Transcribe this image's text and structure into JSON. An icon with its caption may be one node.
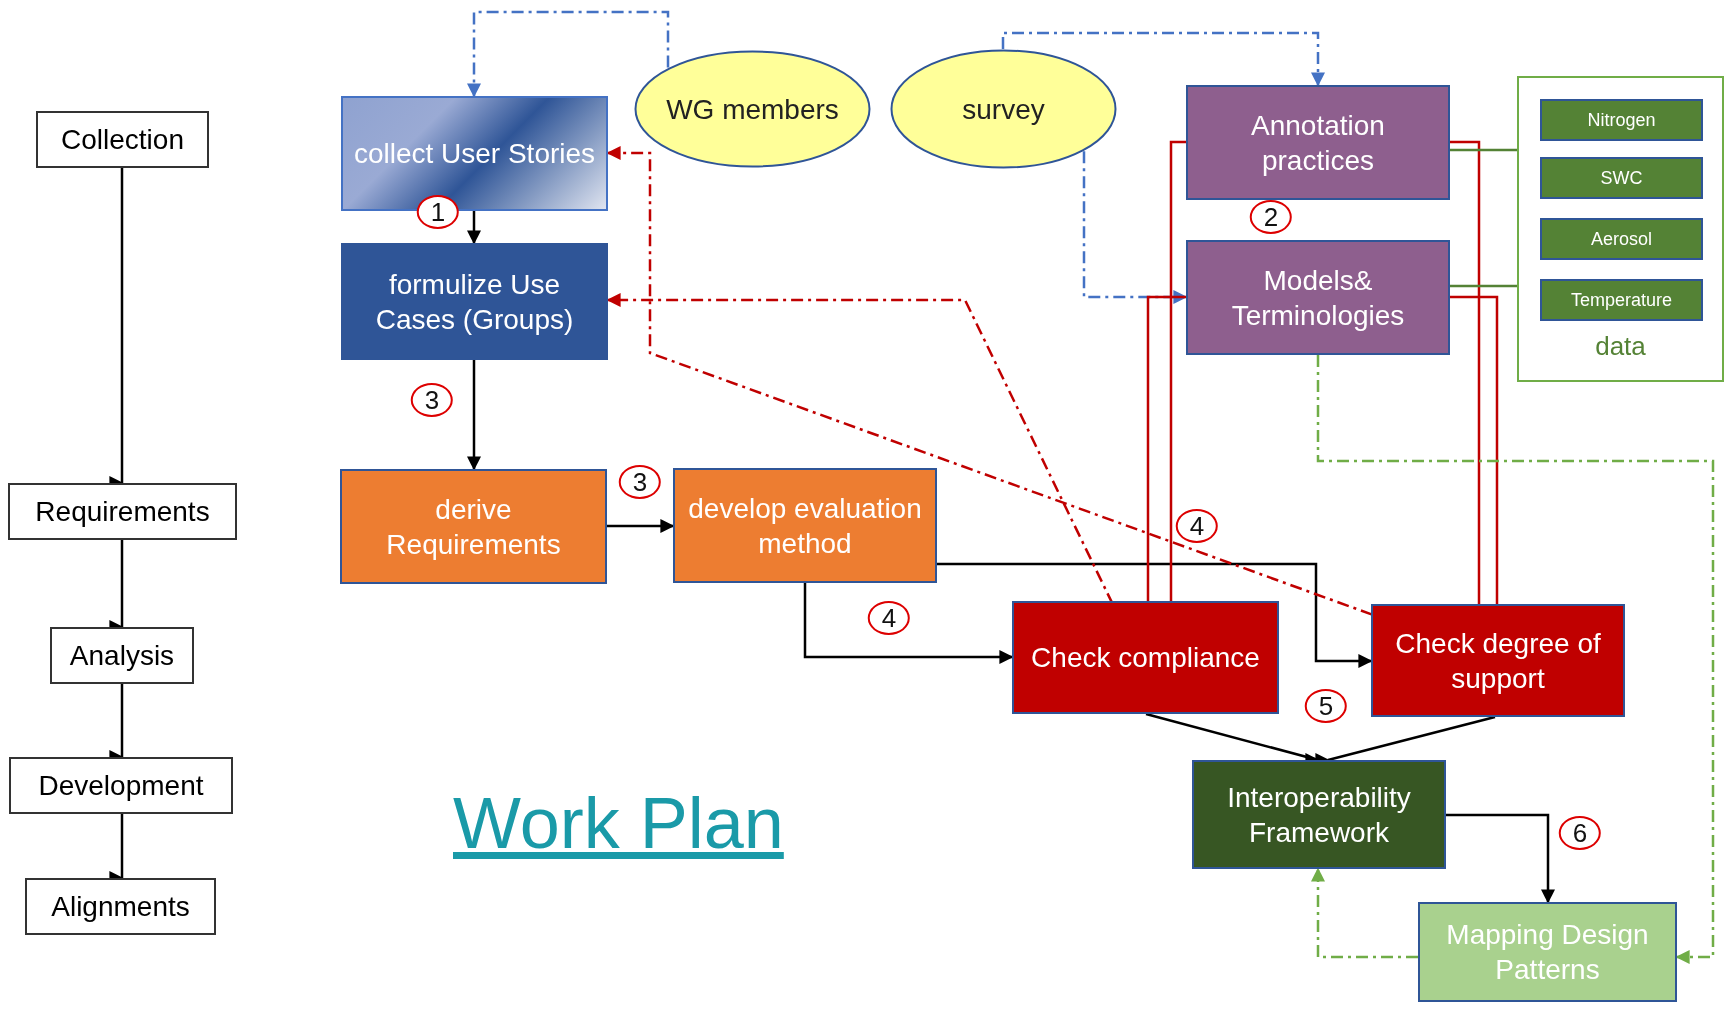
{
  "diagram": {
    "title": "Work Plan",
    "nodes": [
      {
        "text": [
          "Collection"
        ]
      },
      {
        "text": [
          "Requirements"
        ]
      },
      {
        "text": [
          "Analysis"
        ]
      },
      {
        "text": [
          "Development"
        ]
      },
      {
        "text": [
          "Alignments"
        ]
      },
      {
        "text": [
          "collect User Stories"
        ]
      },
      {
        "text": [
          "formulize Use Cases (Groups)"
        ]
      },
      {
        "text": [
          "WG members"
        ]
      },
      {
        "text": [
          "survey"
        ]
      },
      {
        "text": [
          "Annotation practices"
        ]
      },
      {
        "text": [
          "Models& Terminologies"
        ]
      },
      {
        "text": [
          "data"
        ]
      },
      {
        "text": [
          "Nitrogen"
        ],
        "in": 11
      },
      {
        "text": [
          "SWC"
        ],
        "in": 11
      },
      {
        "text": [
          "Aerosol"
        ],
        "in": 11
      },
      {
        "text": [
          "Temperature"
        ],
        "in": 11
      },
      {
        "text": [
          "derive Requirements"
        ]
      },
      {
        "text": [
          "develop evaluation method"
        ]
      },
      {
        "text": [
          "Check compliance"
        ]
      },
      {
        "text": [
          "Check degree of support"
        ]
      },
      {
        "text": [
          "Interoperability Framework"
        ]
      },
      {
        "text": [
          "Mapping Design Patterns"
        ]
      }
    ],
    "edges": [
      {
        "from": 0,
        "to": 1,
        "arrow": "to"
      },
      {
        "from": 1,
        "to": 2,
        "arrow": "to"
      },
      {
        "from": 2,
        "to": 3,
        "arrow": "to"
      },
      {
        "from": 3,
        "to": 4,
        "arrow": "to"
      },
      {
        "from": 7,
        "to": 5,
        "arrow": "to",
        "style": "dashed",
        "color": "#4472c4"
      },
      {
        "from": 8,
        "to": 9,
        "arrow": "to",
        "style": "dashed",
        "color": "#4472c4"
      },
      {
        "from": 8,
        "to": 10,
        "arrow": "to",
        "style": "dashed",
        "color": "#4472c4"
      },
      {
        "from": 5,
        "to": 6,
        "arrow": "to",
        "label": "1"
      },
      {
        "from": 6,
        "to": 16,
        "arrow": "to",
        "label": "3"
      },
      {
        "from": 16,
        "to": 17,
        "arrow": "to",
        "label": "3"
      },
      {
        "from": 17,
        "to": 18,
        "arrow": "to",
        "label": "4"
      },
      {
        "from": 17,
        "to": 19,
        "arrow": "to",
        "label": "4"
      },
      {
        "from": 18,
        "to": 6,
        "arrow": "to",
        "style": "dashed",
        "color": "#c00000"
      },
      {
        "from": 19,
        "to": 5,
        "arrow": "to",
        "style": "dashed",
        "color": "#c00000"
      },
      {
        "from": 18,
        "to": 9,
        "arrow": "none",
        "color": "#c00000"
      },
      {
        "from": 18,
        "to": 10,
        "arrow": "none",
        "color": "#c00000"
      },
      {
        "from": 19,
        "to": 9,
        "arrow": "none",
        "color": "#c00000"
      },
      {
        "from": 19,
        "to": 10,
        "arrow": "none",
        "color": "#c00000"
      },
      {
        "from": 9,
        "to": 11,
        "arrow": "none",
        "color": "#548235"
      },
      {
        "from": 10,
        "to": 11,
        "arrow": "none",
        "color": "#548235"
      },
      {
        "from": 18,
        "to": 20,
        "arrow": "to",
        "label": "5"
      },
      {
        "from": 19,
        "to": 20,
        "arrow": "to"
      },
      {
        "from": 20,
        "to": 21,
        "arrow": "to",
        "label": "6"
      },
      {
        "from": 10,
        "to": 21,
        "arrow": "to",
        "style": "dashed",
        "color": "#70ad47"
      },
      {
        "from": 21,
        "to": 20,
        "arrow": "to",
        "style": "dashed",
        "color": "#70ad47"
      }
    ],
    "labels": [
      "2"
    ]
  }
}
